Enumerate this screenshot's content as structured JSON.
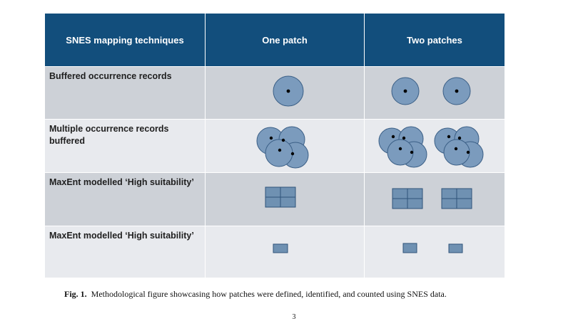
{
  "table": {
    "headers": [
      "SNES mapping techniques",
      "One patch",
      "Two patches"
    ],
    "rows": [
      {
        "label": "Buffered occurrence records",
        "symbol": "single-buffer-circle"
      },
      {
        "label": "Multiple occurrence records buffered",
        "symbol": "overlapping-buffer-circles"
      },
      {
        "label": "MaxEnt modelled ‘High suitability’",
        "symbol": "grid-of-four-cells"
      },
      {
        "label": "MaxEnt modelled ‘High suitability’",
        "symbol": "single-cell"
      }
    ]
  },
  "caption": {
    "prefix": "Fig. 1.",
    "text": "Methodological figure showcasing how patches were defined, identified, and counted using SNES data."
  },
  "page_number": "3",
  "colors": {
    "header_bg": "#124e7c",
    "row_dark": "#cdd1d7",
    "row_light": "#e8eaee",
    "circle_fill": "#7b9bbd",
    "circle_stroke": "#3b5f86",
    "cell_fill": "#6f91b2"
  }
}
